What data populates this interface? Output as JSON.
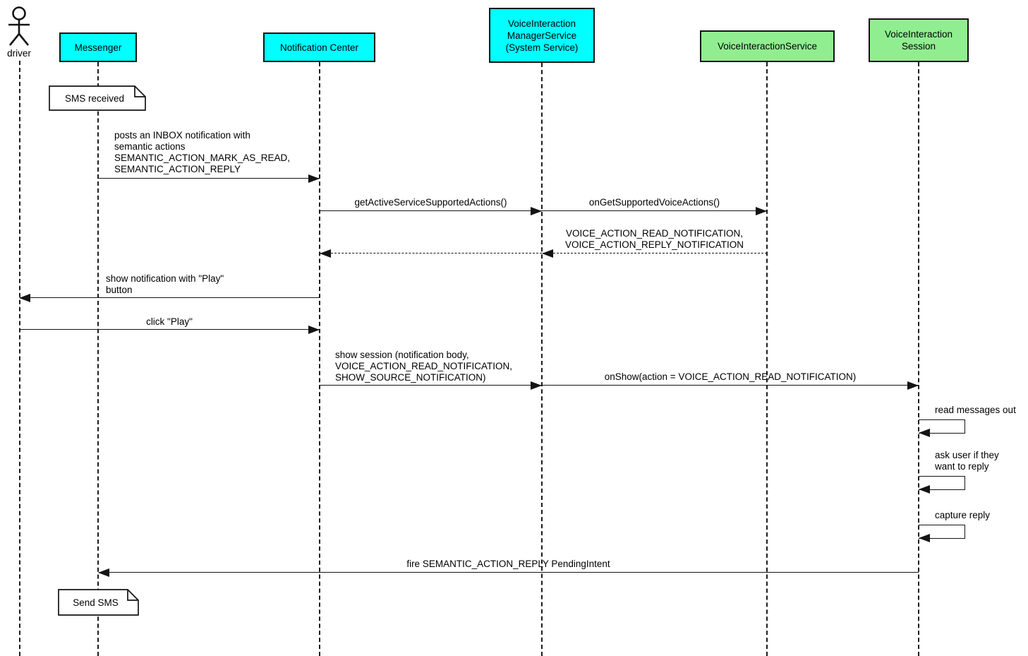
{
  "diagram": {
    "type": "sequence",
    "background": "#FFFFFF",
    "colors": {
      "participant_cyan": "#00FFFF",
      "participant_green": "#90EE90",
      "line": "#141414",
      "note_fill": "#FFFFFF",
      "text": "#000000"
    },
    "actor": {
      "label": "driver"
    },
    "participants": [
      {
        "label": "Messenger",
        "color": "#00FFFF"
      },
      {
        "label": "Notification Center",
        "color": "#00FFFF"
      },
      {
        "label": "VoiceInteraction\nManagerService\n(System Service)",
        "color": "#00FFFF"
      },
      {
        "label": "VoiceInteractionService",
        "color": "#90EE90"
      },
      {
        "label": "VoiceInteraction\nSession",
        "color": "#90EE90"
      }
    ],
    "notes": [
      {
        "label": "SMS received",
        "at": "Messenger"
      },
      {
        "label": "Send SMS",
        "at": "Messenger"
      }
    ],
    "messages": [
      {
        "from": "Messenger",
        "to": "Notification Center",
        "style": "solid",
        "label": "posts an INBOX notification with\nsemantic actions\nSEMANTIC_ACTION_MARK_AS_READ,\nSEMANTIC_ACTION_REPLY"
      },
      {
        "from": "Notification Center",
        "to": "VoiceInteraction ManagerService (System Service)",
        "style": "solid",
        "label": "getActiveServiceSupportedActions()"
      },
      {
        "from": "VoiceInteraction ManagerService (System Service)",
        "to": "VoiceInteractionService",
        "style": "solid",
        "label": "onGetSupportedVoiceActions()"
      },
      {
        "from": "VoiceInteractionService",
        "to": "VoiceInteraction ManagerService (System Service)",
        "style": "dashed",
        "label": "VOICE_ACTION_READ_NOTIFICATION,\nVOICE_ACTION_REPLY_NOTIFICATION"
      },
      {
        "from": "VoiceInteraction ManagerService (System Service)",
        "to": "Notification Center",
        "style": "dashed",
        "label": ""
      },
      {
        "from": "Notification Center",
        "to": "driver",
        "style": "solid",
        "label": "show notification with \"Play\"\nbutton"
      },
      {
        "from": "driver",
        "to": "Notification Center",
        "style": "solid",
        "label": "click \"Play\""
      },
      {
        "from": "Notification Center",
        "to": "VoiceInteraction ManagerService (System Service)",
        "style": "solid",
        "label": "show session (notification body,\nVOICE_ACTION_READ_NOTIFICATION,\nSHOW_SOURCE_NOTIFICATION)"
      },
      {
        "from": "VoiceInteraction ManagerService (System Service)",
        "to": "VoiceInteraction Session",
        "style": "solid",
        "label": "onShow(action = VOICE_ACTION_READ_NOTIFICATION)"
      },
      {
        "from": "VoiceInteraction Session",
        "to": "VoiceInteraction Session",
        "style": "self",
        "label": "read messages out"
      },
      {
        "from": "VoiceInteraction Session",
        "to": "VoiceInteraction Session",
        "style": "self",
        "label": "ask user if they\nwant to reply"
      },
      {
        "from": "VoiceInteraction Session",
        "to": "VoiceInteraction Session",
        "style": "self",
        "label": "capture reply"
      },
      {
        "from": "VoiceInteraction Session",
        "to": "Messenger",
        "style": "solid",
        "label": "fire SEMANTIC_ACTION_REPLY PendingIntent"
      }
    ]
  }
}
